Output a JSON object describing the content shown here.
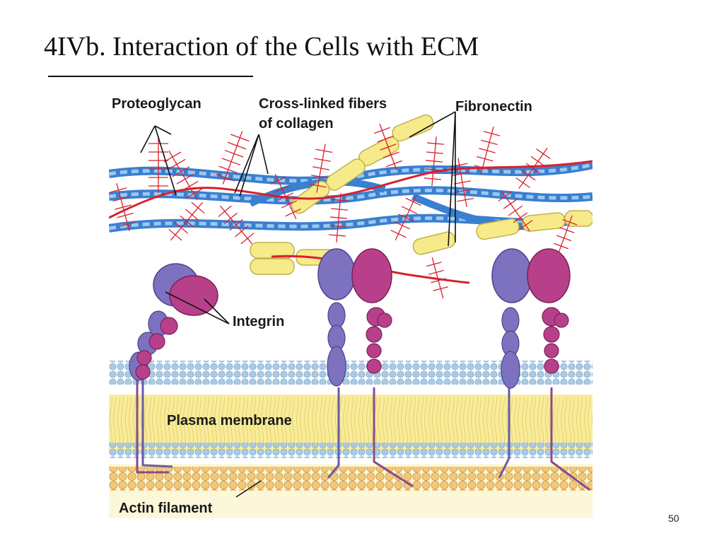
{
  "slide": {
    "title": "4IVb. Interaction of the Cells with ECM",
    "number": "50"
  },
  "diagram": {
    "labels": {
      "proteoglycan": "Proteoglycan",
      "collagen_line1": "Cross-linked fibers",
      "collagen_line2": "of collagen",
      "fibronectin": "Fibronectin",
      "integrin": "Integrin",
      "plasma_membrane": "Plasma membrane",
      "actin_filament": "Actin filament"
    },
    "colors": {
      "collagen_blue": "#3a7fd0",
      "collagen_light": "#9cc8ee",
      "fibronectin_yellow": "#f6ea8a",
      "proteoglycan_red": "#d8202e",
      "integrin_purple": "#7d72c0",
      "integrin_magenta": "#b8408a",
      "membrane_yellow": "#f8ec9a",
      "lipid_head_blue": "#a9cbe6",
      "actin_orange": "#f2c878"
    }
  }
}
